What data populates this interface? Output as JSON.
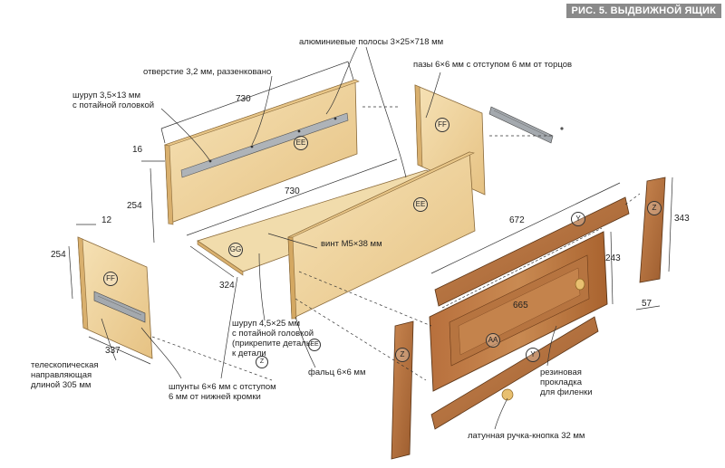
{
  "figure_title": "РИС. 5. ВЫДВИЖНОЙ ЯЩИК",
  "callouts": {
    "aluminum_strips": "алюминиевые полосы 3×25×718 мм",
    "hole": "отверстие 3,2 мм, раззенковано",
    "grooves": "пазы 6×6 мм с отступом 6 мм от торцов",
    "screw_small": "шуруп 3,5×13 мм\nс потайной головкой",
    "bolt": "винт М5×38 мм",
    "screw_long": "шуруп 4,5×25 мм\nс потайной головкой\n(прикрепите деталь\nк детали",
    "rebate": "фальц 6×6 мм",
    "slide": "телескопическая\nнаправляющая\nдлиной 305 мм",
    "splines": "шпунты 6×6 мм с отступом\n6 мм от нижней кромки",
    "gasket": "резиновая\nпрокладка\nдля филенки",
    "knob": "латунная ручка-кнопка 32 мм"
  },
  "dimensions": {
    "back_length": "730",
    "back_offset": "16",
    "back_height": "254",
    "bottom_length": "730",
    "bottom_width": "324",
    "side_thickness": "12",
    "side_height": "254",
    "side_length": "337",
    "rail_length": "672",
    "panel_width": "665",
    "panel_height": "243",
    "stile_height": "343",
    "stile_width": "57"
  },
  "part_tags": {
    "back": "EE",
    "front_box": "EE",
    "side_right": "FF",
    "side_left": "FF",
    "bottom": "GG",
    "rail_top": "Y",
    "rail_bottom": "Y",
    "stile_right": "Z",
    "stile_left": "Z",
    "panel": "AA",
    "ref_ee": "EE",
    "ref_z": "Z"
  },
  "colors": {
    "plywood_light": "#f3d9a6",
    "plywood_mid": "#e8c688",
    "plywood_edge": "#c99a55",
    "oak_light": "#c7804a",
    "oak_dark": "#9a5a2c",
    "metal": "#9aa0a6",
    "title_bg": "#8a8a8a",
    "line": "#333333"
  }
}
